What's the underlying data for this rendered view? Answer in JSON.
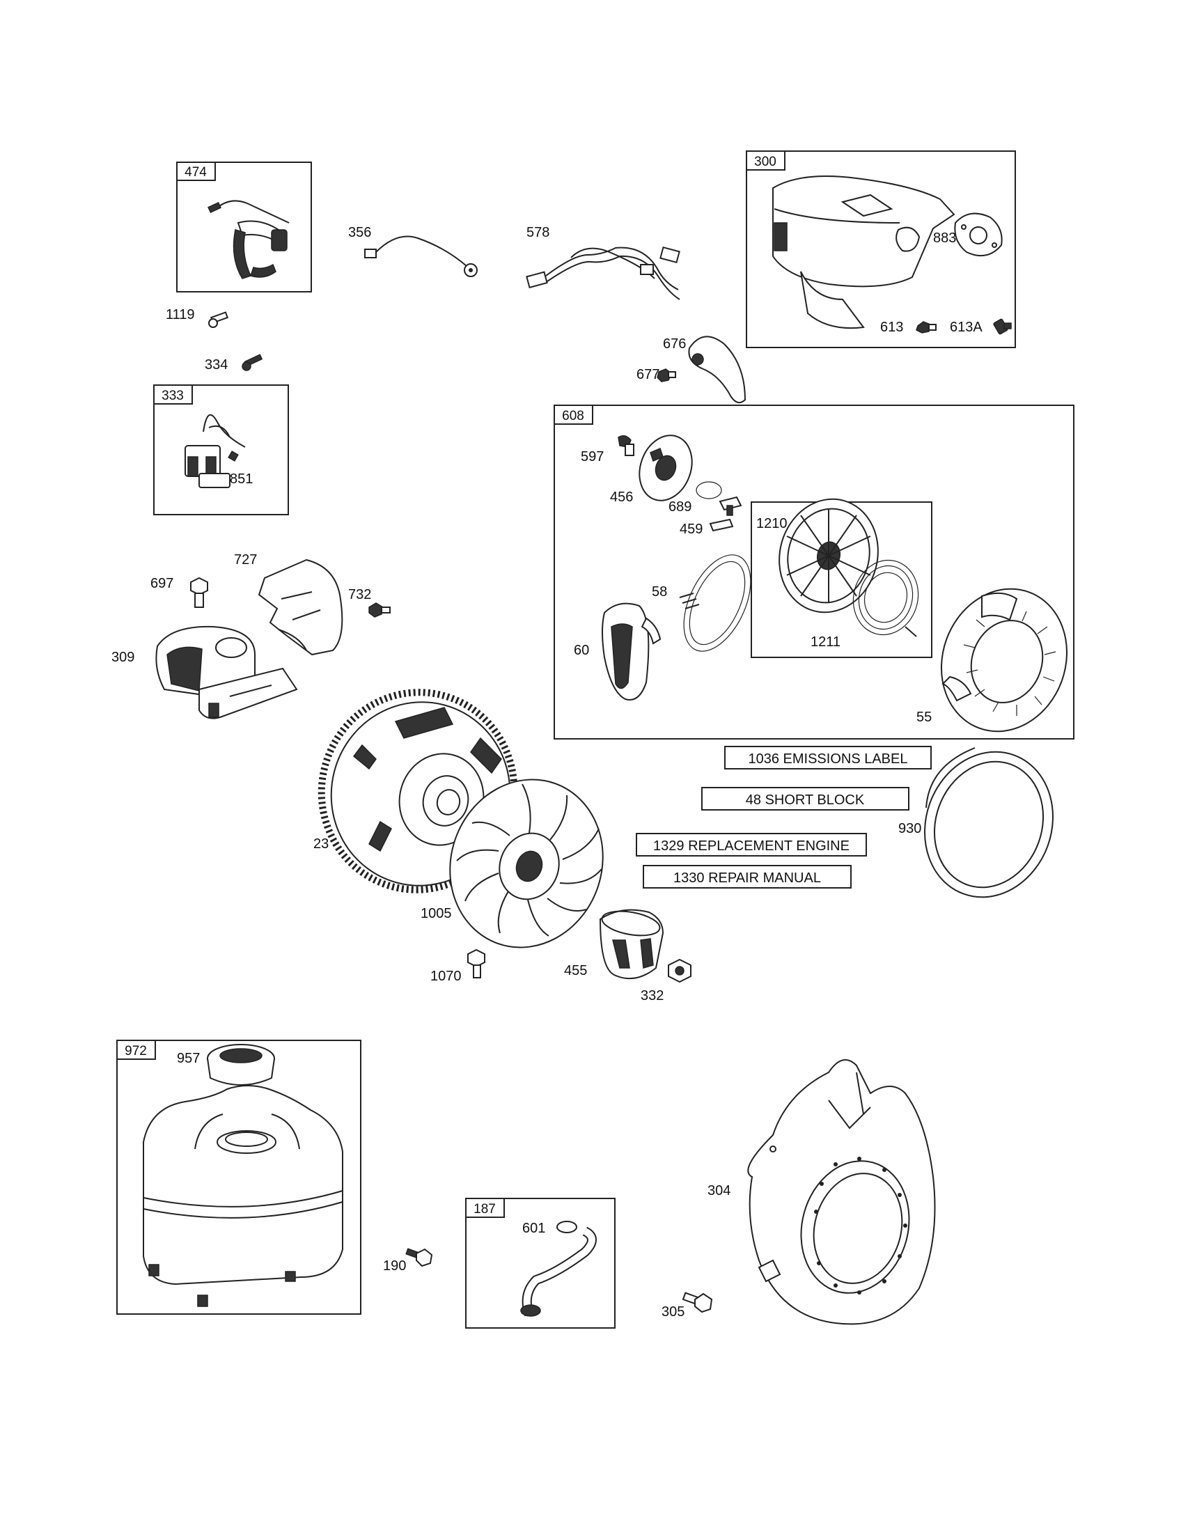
{
  "callouts": {
    "p474": "474",
    "p356": "356",
    "p578": "578",
    "p300": "300",
    "p883": "883",
    "p613": "613",
    "p613a": "613A",
    "p1119": "1119",
    "p334": "334",
    "p333": "333",
    "p851": "851",
    "p676": "676",
    "p677": "677",
    "p608": "608",
    "p597": "597",
    "p456": "456",
    "p689": "689",
    "p459": "459",
    "p1210": "1210",
    "p58": "58",
    "p60": "60",
    "p1211": "1211",
    "p55": "55",
    "p697": "697",
    "p727": "727",
    "p732": "732",
    "p309": "309",
    "p23": "23",
    "p1005": "1005",
    "p1070": "1070",
    "p455": "455",
    "p332": "332",
    "p930": "930",
    "p972": "972",
    "p957": "957",
    "p190": "190",
    "p187": "187",
    "p601": "601",
    "p304": "304",
    "p305": "305"
  },
  "reference_labels": {
    "emissions_label": "1036 EMISSIONS LABEL",
    "short_block": "48 SHORT BLOCK",
    "replacement_engine": "1329 REPLACEMENT ENGINE",
    "repair_manual": "1330 REPAIR MANUAL"
  }
}
